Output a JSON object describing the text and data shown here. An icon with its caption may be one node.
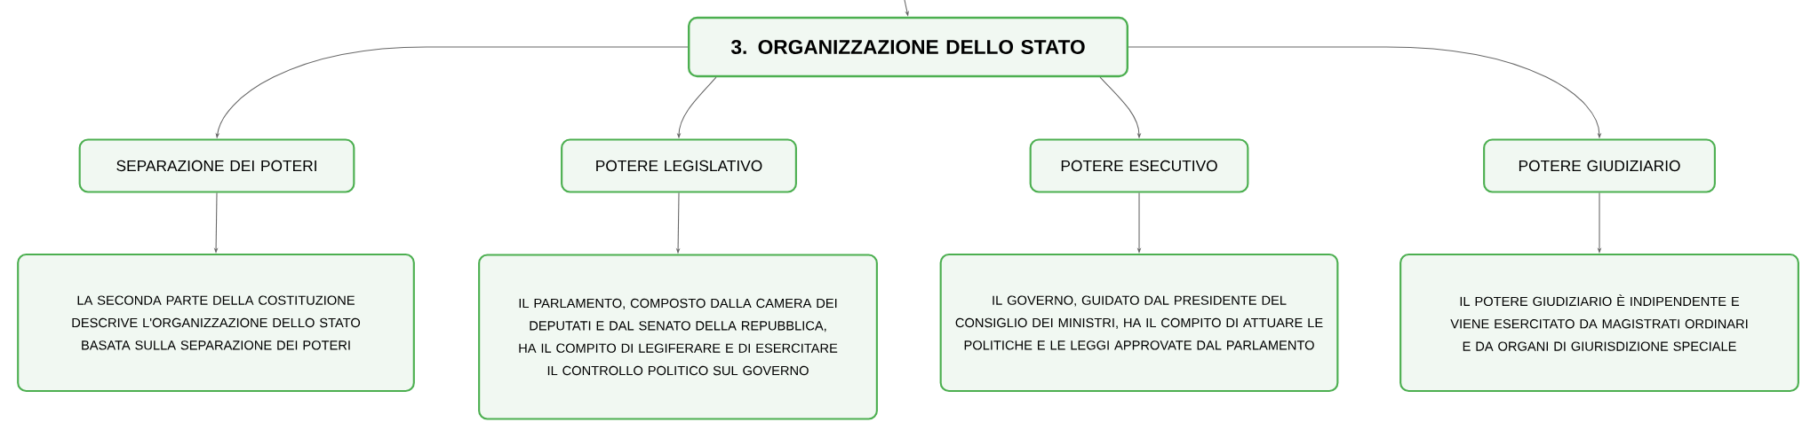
{
  "diagram": {
    "nodes": [
      {
        "text": [
          "3. ORGANIZZAZIONE DELLO STATO"
        ]
      },
      {
        "text": [
          "SEPARAZIONE DEI POTERI"
        ]
      },
      {
        "text": [
          "POTERE LEGISLATIVO"
        ]
      },
      {
        "text": [
          "POTERE ESECUTIVO"
        ]
      },
      {
        "text": [
          "POTERE GIUDIZIARIO"
        ]
      },
      {
        "text": [
          "LA SECONDA PARTE DELLA COSTITUZIONE DESCRIVE L'ORGANIZZAZIONE DELLO STATO BASATA SULLA SEPARAZIONE DEI POTERI"
        ]
      },
      {
        "text": [
          "IL PARLAMENTO, COMPOSTO DALLA CAMERA DEI DEPUTATI E DAL SENATO DELLA REPUBBLICA, HA IL COMPITO DI LEGIFERARE E DI ESERCITARE IL CONTROLLO POLITICO SUL GOVERNO"
        ]
      },
      {
        "text": [
          "IL GOVERNO, GUIDATO DAL PRESIDENTE DEL CONSIGLIO DEI MINISTRI, HA IL COMPITO DI ATTUARE LE POLITICHE E LE LEGGI APPROVATE DAL PARLAMENTO"
        ]
      },
      {
        "text": [
          "IL POTERE GIUDIZIARIO È INDIPENDENTE E VIENE ESERCITATO DA MAGISTRATI ORDINARI E DA ORGANI DI GIURISDIZIONE SPECIALE"
        ]
      }
    ],
    "edges": [
      {
        "from": null,
        "to": 0,
        "arrow": "to"
      },
      {
        "from": 0,
        "to": 1,
        "arrow": "to"
      },
      {
        "from": 0,
        "to": 2,
        "arrow": "to"
      },
      {
        "from": 0,
        "to": 3,
        "arrow": "to"
      },
      {
        "from": 0,
        "to": 4,
        "arrow": "to"
      },
      {
        "from": 1,
        "to": 5,
        "arrow": "to"
      },
      {
        "from": 2,
        "to": 6,
        "arrow": "to"
      },
      {
        "from": 3,
        "to": 7,
        "arrow": "to"
      },
      {
        "from": 4,
        "to": 8,
        "arrow": "to"
      }
    ]
  }
}
